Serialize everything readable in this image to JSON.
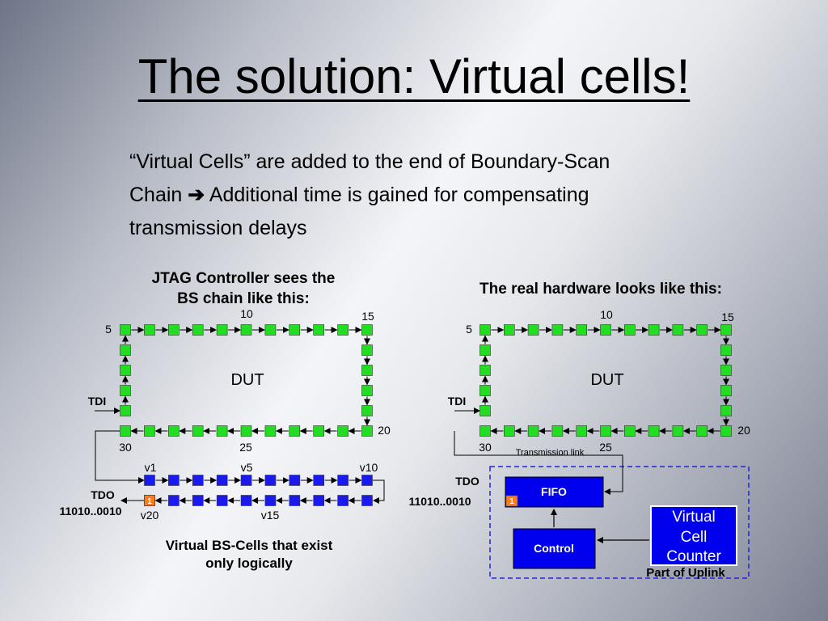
{
  "slide": {
    "title": "The solution: Virtual cells!",
    "bullet_part1": "“Virtual Cells” are added to the end of Boundary-Scan Chain",
    "bullet_arrow": "➔",
    "bullet_part2": "Additional time is gained for compensating transmission delays"
  },
  "left": {
    "heading_line1": "JTAG Controller sees the",
    "heading_line2": "BS chain like this:",
    "label_5": "5",
    "label_10": "10",
    "label_15": "15",
    "label_20": "20",
    "label_25": "25",
    "label_30": "30",
    "dut": "DUT",
    "tdi": "TDI",
    "tdo": "TDO",
    "bits": "11010..0010",
    "v1": "v1",
    "v5": "v5",
    "v10": "v10",
    "v15": "v15",
    "v20": "v20",
    "cell_bit": "1",
    "caption_line1": "Virtual BS-Cells that exist",
    "caption_line2": "only logically"
  },
  "right": {
    "heading": "The real hardware looks like this:",
    "label_5": "5",
    "label_10": "10",
    "label_15": "15",
    "label_20": "20",
    "label_25": "25",
    "label_30": "30",
    "dut": "DUT",
    "tdi": "TDI",
    "tdo": "TDO",
    "bits": "11010..0010",
    "transmission_link": "Transmission link",
    "fifo": "FIFO",
    "control": "Control",
    "counter_line1": "Virtual",
    "counter_line2": "Cell",
    "counter_line3": "Counter",
    "cell_bit": "1",
    "uplink": "Part of Uplink"
  },
  "colors": {
    "cell_green": "#22dd22",
    "cell_blue": "#1a1aee",
    "cell_orange": "#ff7a1a",
    "box_blue": "#0000ee",
    "dashed_border": "#2222dd"
  }
}
